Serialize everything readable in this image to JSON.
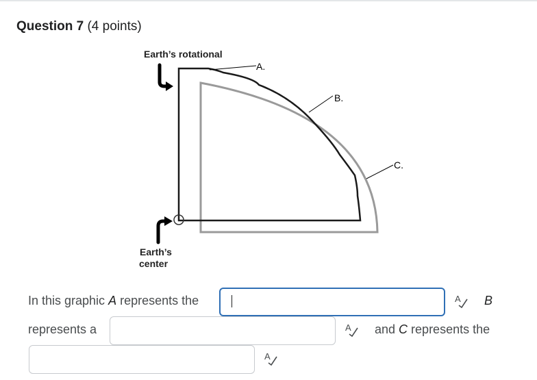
{
  "question": {
    "title": "Question 7",
    "points": "(4 points)"
  },
  "figure": {
    "top_label": "Earth’s rotational",
    "bottom_label_line1": "Earth’s",
    "bottom_label_line2": "center",
    "label_a": "A.",
    "label_b": "B.",
    "label_c": "C."
  },
  "sentence": {
    "part1": "In this graphic ",
    "var_a": "A",
    "part2": " represents the",
    "var_b": "B",
    "part3": "represents a",
    "part4": "and ",
    "var_c": "C",
    "part5": " represents the"
  },
  "blanks": [
    {
      "value": "",
      "placeholder": ""
    },
    {
      "value": "",
      "placeholder": ""
    },
    {
      "value": "",
      "placeholder": ""
    }
  ],
  "icons": {
    "spellcheck": "spellcheck-icon"
  },
  "colors": {
    "focus_border": "#2f6fb5",
    "input_border": "#c7cace",
    "text": "#494c4e"
  }
}
